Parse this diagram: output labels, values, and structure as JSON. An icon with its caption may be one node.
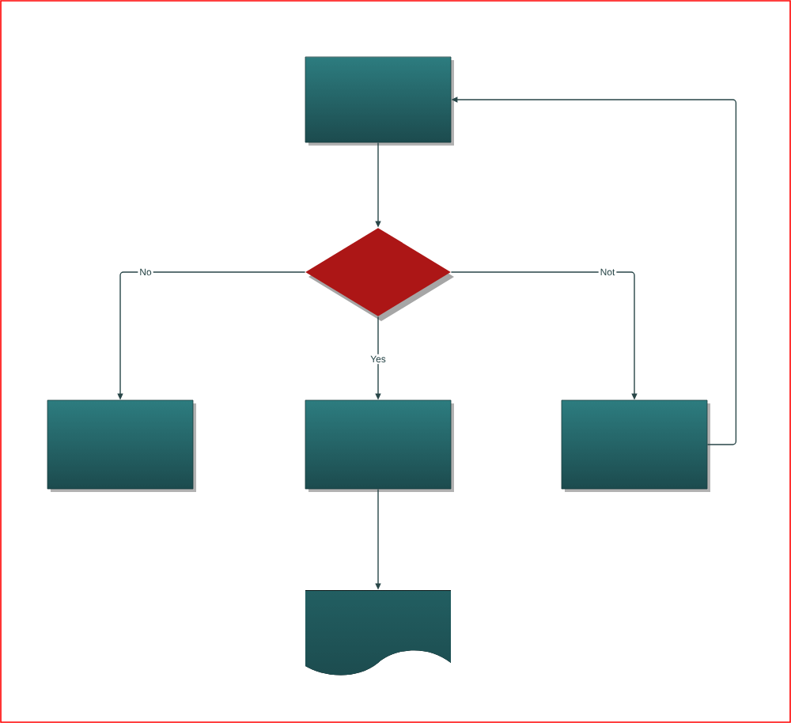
{
  "diagram": {
    "nodes": [
      {
        "text": [],
        "shape": "box"
      },
      {
        "text": [],
        "shape": "diamond"
      },
      {
        "text": [],
        "shape": "box"
      },
      {
        "text": [],
        "shape": "box"
      },
      {
        "text": [],
        "shape": "box"
      },
      {
        "text": [],
        "shape": "document"
      }
    ],
    "edges": [
      {
        "from": 0,
        "to": 1,
        "arrow": "to"
      },
      {
        "from": 1,
        "to": 2,
        "arrow": "to",
        "label": "No"
      },
      {
        "from": 1,
        "to": 3,
        "arrow": "to",
        "label": "Yes"
      },
      {
        "from": 1,
        "to": 4,
        "arrow": "to",
        "label": "Not"
      },
      {
        "from": 4,
        "to": 0,
        "arrow": "to"
      },
      {
        "from": 3,
        "to": 5,
        "arrow": "to"
      }
    ]
  }
}
